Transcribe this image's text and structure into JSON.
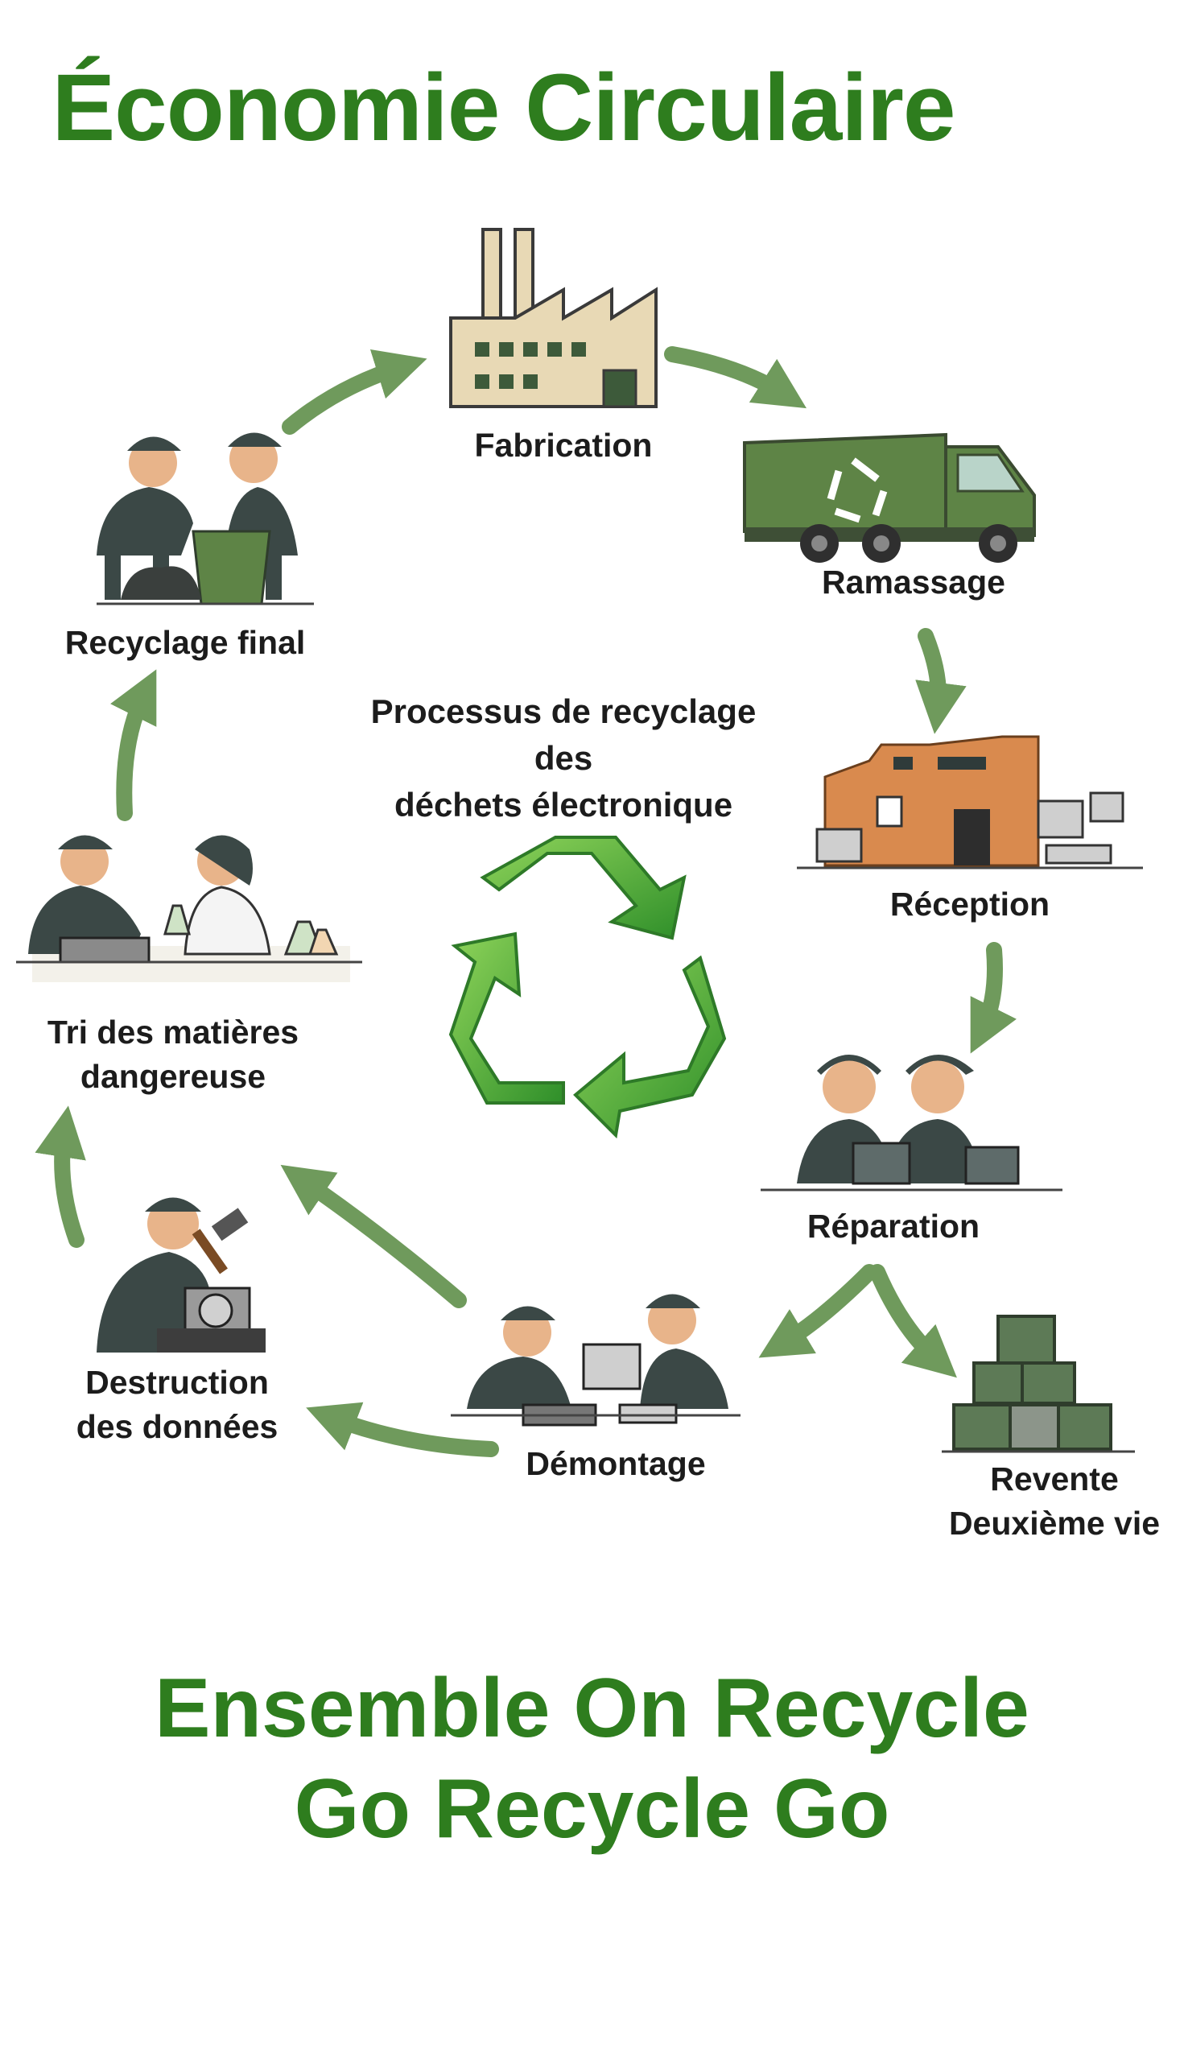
{
  "title": "Économie Circulaire",
  "center": {
    "line1": "Processus de recyclage",
    "line2": "des",
    "line3": "déchets électronique"
  },
  "stages": {
    "fabrication": "Fabrication",
    "ramassage": "Ramassage",
    "reception": "Réception",
    "reparation": "Réparation",
    "revente_line1": "Revente",
    "revente_line2": "Deuxième vie",
    "demontage": "Démontage",
    "destruction_line1": "Destruction",
    "destruction_line2": "des données",
    "tri_line1": "Tri des matières",
    "tri_line2": "dangereuse",
    "recyclage_final": "Recyclage final"
  },
  "footer": {
    "line1": "Ensemble On Recycle",
    "line2": "Go Recycle Go"
  },
  "colors": {
    "brand_green": "#2e7d1e",
    "arrow_green": "#6f9a5c",
    "truck_green": "#5e8446",
    "worker_dark": "#3b4846",
    "building_orange": "#d98a4e",
    "factory_beige": "#e8d9b5"
  }
}
